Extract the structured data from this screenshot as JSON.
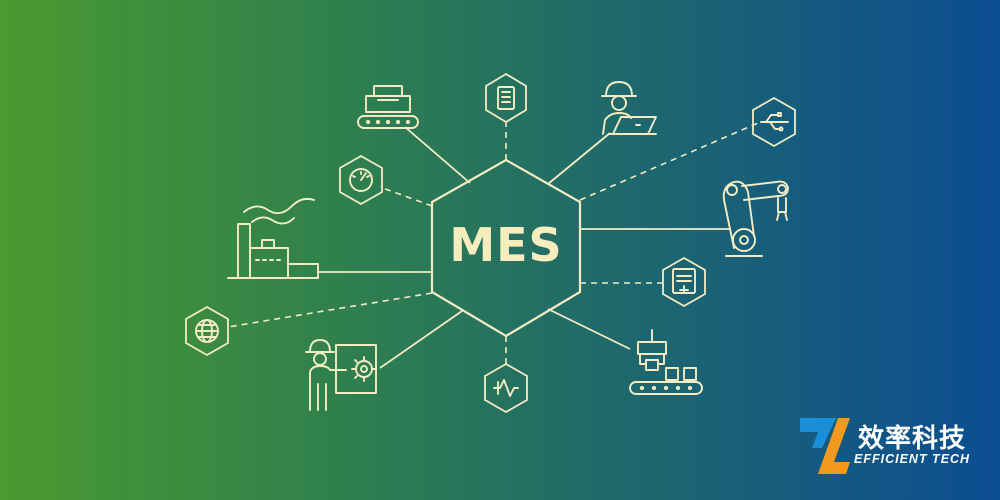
{
  "center_label": "MES",
  "logo": {
    "chinese": "效率科技",
    "english": "EFFICIENT TECH"
  },
  "colors": {
    "line": "#f3ecc3",
    "gradient_left": "#4a9a30",
    "gradient_right": "#0b4d92",
    "logo_blue": "#1a8fd8",
    "logo_orange": "#f39a1e"
  },
  "nodes": [
    "printer-conveyor-icon",
    "document-list-icon",
    "worker-laptop-icon",
    "usb-icon",
    "pressure-gauge-icon",
    "factory-icon",
    "robot-arm-icon",
    "panel-icon",
    "globe-icon",
    "worker-presentation-icon",
    "waveform-icon",
    "conveyor-gripper-icon"
  ]
}
